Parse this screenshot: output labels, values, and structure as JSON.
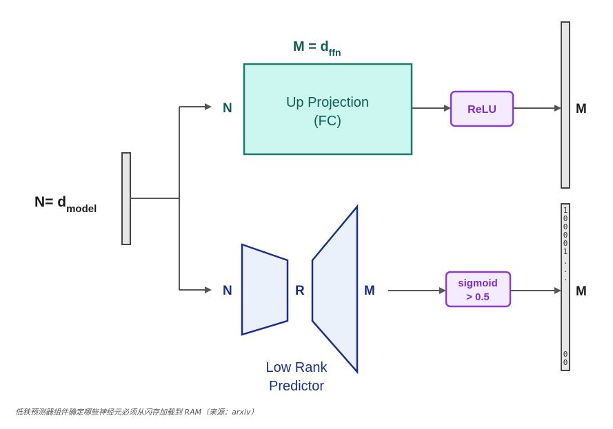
{
  "diagram": {
    "input_label_main": "N= d",
    "input_label_sub": "model",
    "top_width_main": "M = d",
    "top_width_sub": "ffn",
    "up_branch_dim": "N",
    "up_projection_line1": "Up Projection",
    "up_projection_line2": "(FC)",
    "relu_label": "ReLU",
    "top_output_dim": "M",
    "predictor_in_dim": "N",
    "predictor_rank": "R",
    "predictor_out_dim": "M",
    "predictor_title_line1": "Low Rank",
    "predictor_title_line2": "Predictor",
    "sigmoid_line1": "sigmoid",
    "sigmoid_line2": "> 0.5",
    "mask_output_dim": "M",
    "mask_bits_top": [
      "1",
      "0",
      "0",
      "0",
      "0",
      "1"
    ],
    "mask_ellipsis": [
      ".",
      ".",
      "."
    ],
    "mask_bits_bottom": [
      "0",
      "0"
    ]
  },
  "caption": "低秩预测器组件确定哪些神经元必须从闪存加载到 RAM（来源：arxiv）",
  "colors": {
    "teal_fill": "#ccf7f0",
    "teal_stroke": "#1f7a6e",
    "teal_text": "#0f5d55",
    "purple_stroke": "#8a3bd1",
    "purple_fill": "#f5ebff",
    "purple_text": "#7a2ec4",
    "navy_text": "#1b2f8a",
    "trapezoid_fill": "#eaf1fb",
    "trapezoid_stroke": "#1b2f8a",
    "bar_fill": "#e6e6e6",
    "line": "#555555"
  }
}
